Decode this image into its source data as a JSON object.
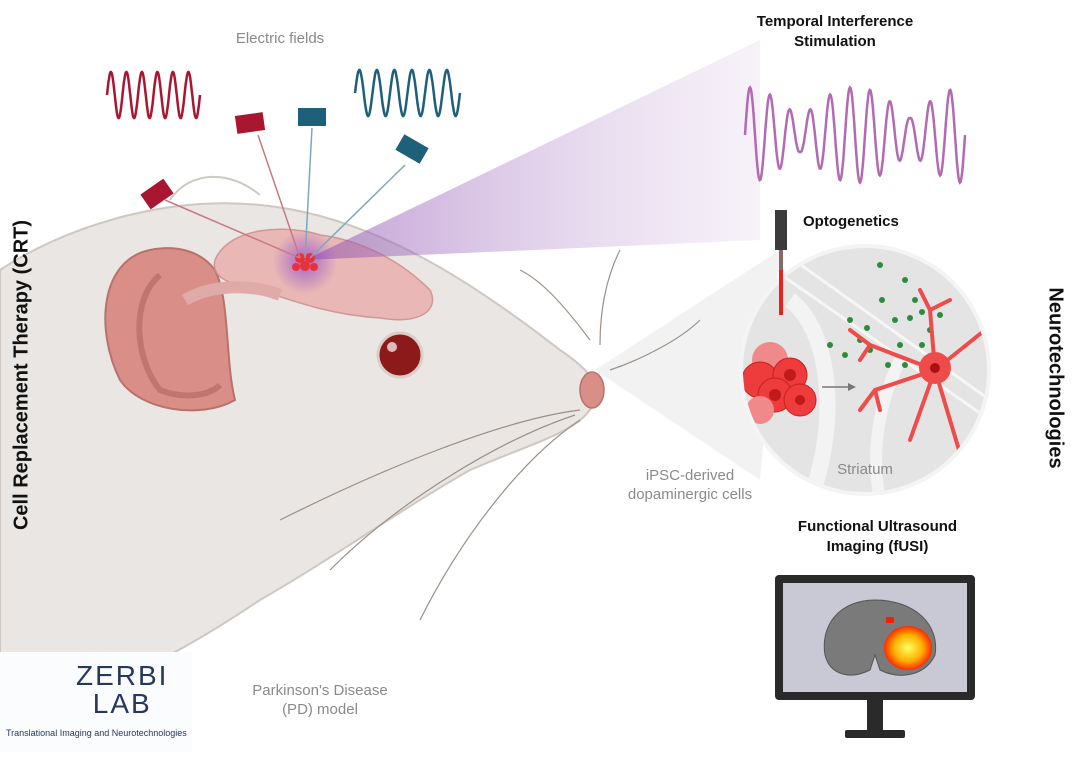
{
  "labels": {
    "left_title": "Cell Replacement Therapy (CRT)",
    "right_title": "Neurotechnologies",
    "electric_fields": "Electric fields",
    "ti_line1": "Temporal Interference",
    "ti_line2": "Stimulation",
    "optogenetics": "Optogenetics",
    "striatum": "Striatum",
    "ipsc_line1": "iPSC-derived",
    "ipsc_line2": "dopaminergic cells",
    "fusi_line1": "Functional Ultrasound",
    "fusi_line2": "Imaging (fUSI)",
    "pd_line1": "Parkinson's Disease",
    "pd_line2": "(PD) model"
  },
  "logo": {
    "name_line1": "ZERBI",
    "name_line2": "LAB",
    "tagline": "Translational Imaging and Neurotechnologies"
  },
  "colors": {
    "red_field": "#a8162f",
    "blue_field": "#1e5f7a",
    "ti_wave": "#b26ab3",
    "cells": "#ee3b3b",
    "dopamine": "#2e8b3e",
    "logo_navy": "#27385e"
  }
}
